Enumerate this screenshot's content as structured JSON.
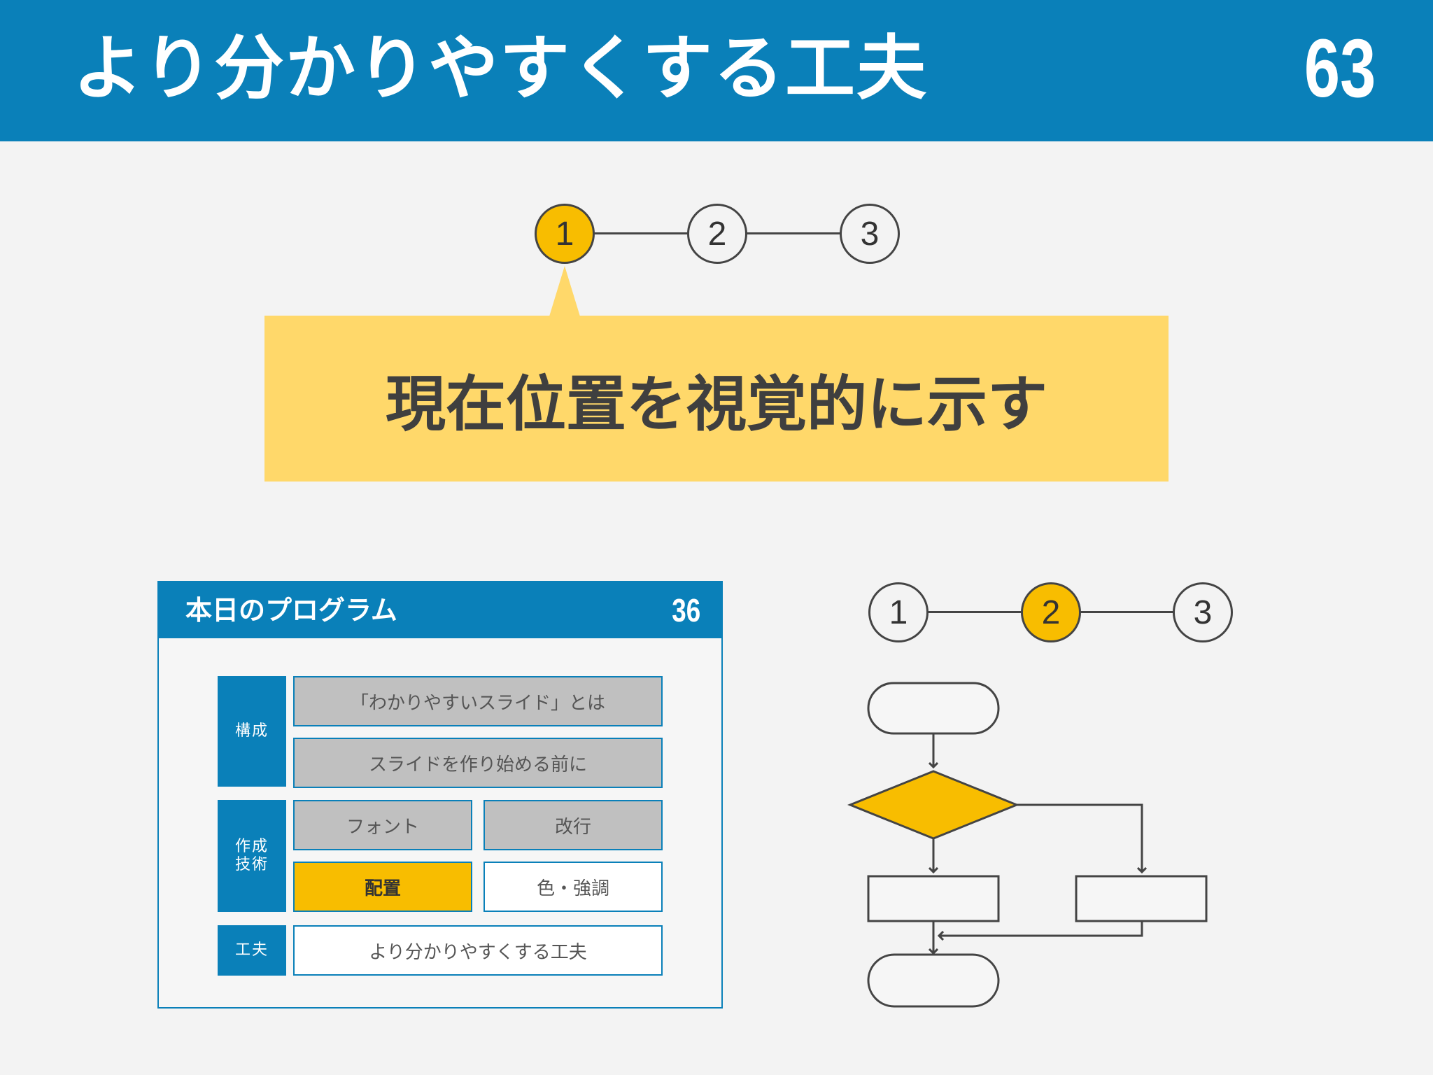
{
  "header": {
    "title": "より分かりやすくする工夫",
    "page_number": "63"
  },
  "top_steps": [
    "1",
    "2",
    "3"
  ],
  "top_active_step": 0,
  "callout": {
    "text": "現在位置を視覚的に示す"
  },
  "thumbnail": {
    "title": "本日のプログラム",
    "page_number": "36",
    "categories": [
      {
        "label": "構成"
      },
      {
        "label": "作成\n技術"
      },
      {
        "label": "工夫"
      }
    ],
    "items": {
      "intro": "「わかりやすいスライド」とは",
      "before": "スライドを作り始める前に",
      "font": "フォント",
      "linebreak": "改行",
      "layout": "配置",
      "color": "色・強調",
      "tips": "より分かりやすくする工夫"
    },
    "highlighted_item": "配置"
  },
  "flow_steps": [
    "1",
    "2",
    "3"
  ],
  "flow_active_step": 1,
  "colors": {
    "header_blue": "#0a80b9",
    "accent_yellow": "#f8bd00",
    "callout_yellow": "#ffd86a",
    "cell_gray": "#c0c0c0",
    "background": "#f3f3f3"
  }
}
